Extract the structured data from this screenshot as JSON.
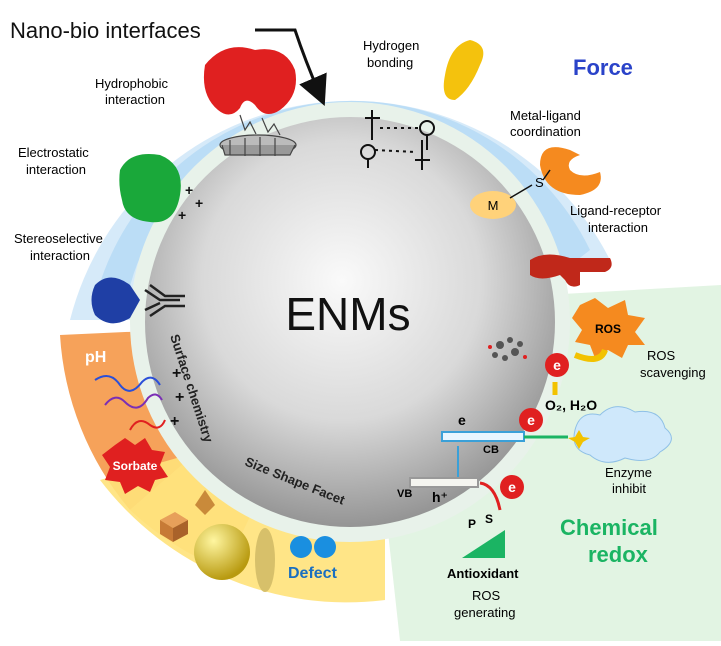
{
  "header": {
    "title": "Nano-bio interfaces"
  },
  "center": {
    "label": "ENMs"
  },
  "sections": {
    "force": {
      "title": "Force"
    },
    "redox": {
      "title_line1": "Chemical",
      "title_line2": "redox"
    }
  },
  "interactions": {
    "hydrophobic": [
      "Hydrophobic",
      "interaction"
    ],
    "hydrogen": [
      "Hydrogen",
      "bonding"
    ],
    "metal_ligand": [
      "Metal-ligand",
      "coordination"
    ],
    "electrostatic": [
      "Electrostatic",
      "interaction"
    ],
    "ligand_receptor": [
      "Ligand-receptor",
      "interaction"
    ],
    "stereoselective": [
      "Stereoselective",
      "interaction"
    ]
  },
  "labels": {
    "metal": "M",
    "sulfur": "S",
    "plus": "+",
    "ph": "pH",
    "sorbate": "Sorbate",
    "surface_chemistry": "Surface chemistry",
    "size_shape_facet": "Size Shape Facet",
    "defect": "Defect",
    "ros": "ROS",
    "ros_scavenging": [
      "ROS",
      "scavenging"
    ],
    "electron": "e",
    "products": "O₂, H₂O",
    "cb": "CB",
    "vb": "VB",
    "hole": "h⁺",
    "enzyme": [
      "Enzyme",
      "inhibit"
    ],
    "antioxidant": "Antioxidant",
    "ros_generating": [
      "ROS",
      "generating"
    ],
    "p": "P",
    "s": "S"
  },
  "colors": {
    "force_blue": "#2a43c9",
    "redox_green": "#1bb463",
    "sorbate_red": "#e02020",
    "defect_blue": "#1a6fc0"
  }
}
